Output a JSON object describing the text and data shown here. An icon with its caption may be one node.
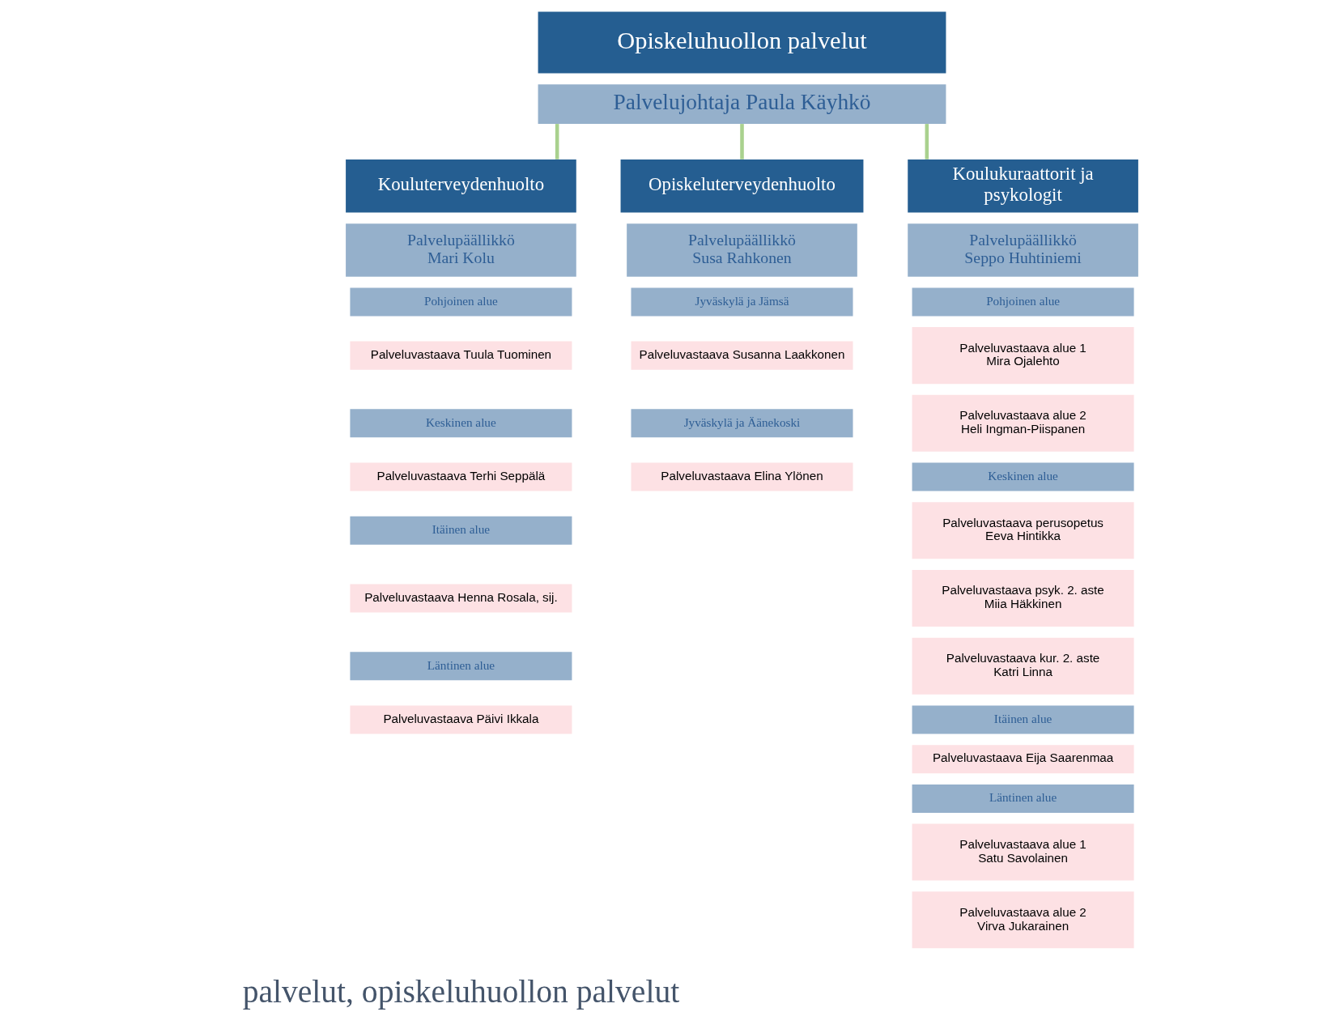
{
  "diagram": {
    "nodes": [
      {
        "text": [
          "Opiskeluhuollon palvelut"
        ]
      },
      {
        "text": [
          "Palvelujohtaja Paula Käyhkö"
        ]
      },
      {
        "text": [
          "Kouluterveydenhuolto"
        ]
      },
      {
        "text": [
          "Palvelupäällikkö Mari Kolu"
        ]
      },
      {
        "text": [
          "Pohjoinen alue"
        ]
      },
      {
        "text": [
          "Palveluvastaava Tuula Tuominen"
        ]
      },
      {
        "text": [
          "Keskinen alue"
        ]
      },
      {
        "text": [
          "Palveluvastaava Terhi Seppälä"
        ]
      },
      {
        "text": [
          "Itäinen alue"
        ]
      },
      {
        "text": [
          "Palveluvastaava Henna Rosala, sij."
        ]
      },
      {
        "text": [
          "Läntinen alue"
        ]
      },
      {
        "text": [
          "Palveluvastaava Päivi Ikkala"
        ]
      },
      {
        "text": [
          "Opiskeluterveydenhuolto"
        ]
      },
      {
        "text": [
          "Palvelupäällikkö Susa Rahkonen"
        ]
      },
      {
        "text": [
          "Jyväskylä ja Jämsä"
        ]
      },
      {
        "text": [
          "Palveluvastaava Susanna Laakkonen"
        ]
      },
      {
        "text": [
          "Jyväskylä ja Äänekoski"
        ]
      },
      {
        "text": [
          "Palveluvastaava Elina Ylönen"
        ]
      },
      {
        "text": [
          "Koulukuraattorit ja psykologit"
        ]
      },
      {
        "text": [
          "Palvelupäällikkö Seppo Huhtiniemi"
        ]
      },
      {
        "text": [
          "Pohjoinen alue"
        ]
      },
      {
        "text": [
          "Palveluvastaava alue 1 Mira Ojalehto"
        ]
      },
      {
        "text": [
          "Palveluvastaava alue 2 Heli Ingman-Piispanen"
        ]
      },
      {
        "text": [
          "Keskinen alue"
        ]
      },
      {
        "text": [
          "Palveluvastaava perusopetus Eeva Hintikka"
        ]
      },
      {
        "text": [
          "Palveluvastaava psyk. 2. aste Miia Häkkinen"
        ]
      },
      {
        "text": [
          "Palveluvastaava kur. 2. aste Katri Linna"
        ]
      },
      {
        "text": [
          "Itäinen alue"
        ]
      },
      {
        "text": [
          "Palveluvastaava Eija Saarenmaa"
        ]
      },
      {
        "text": [
          "Läntinen alue"
        ]
      },
      {
        "text": [
          "Palveluvastaava alue 1 Satu Savolainen"
        ]
      },
      {
        "text": [
          "Palveluvastaava alue 2 Virva Jukarainen"
        ]
      }
    ],
    "edges": [
      {
        "from": 1,
        "to": 2,
        "arrow": "none"
      },
      {
        "from": 1,
        "to": 12,
        "arrow": "none"
      },
      {
        "from": 1,
        "to": 18,
        "arrow": "none"
      }
    ],
    "labels": [
      "palvelut, opiskeluhuollon palvelut"
    ]
  }
}
